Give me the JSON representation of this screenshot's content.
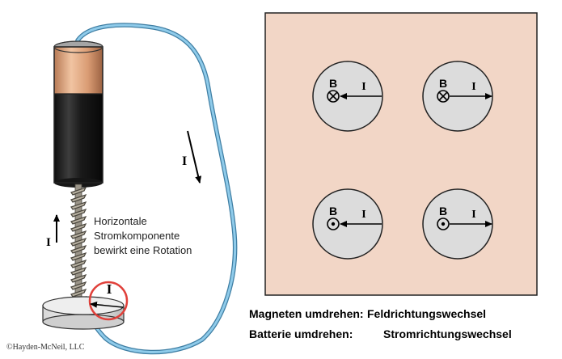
{
  "left_figure": {
    "current_label_wire": "I",
    "current_label_screw": "I",
    "current_label_magnet": "I",
    "annotation_lines": [
      "Horizontale",
      "Stromkomponente",
      "bewirkt eine Rotation"
    ],
    "copyright": "©Hayden-McNeil, LLC"
  },
  "right_panel": {
    "background_color": "#f2d6c6",
    "disks": [
      {
        "field_label": "B",
        "field_symbol": "into-page-cross",
        "current_label": "I",
        "current_direction": "left"
      },
      {
        "field_label": "B",
        "field_symbol": "into-page-cross",
        "current_label": "I",
        "current_direction": "right"
      },
      {
        "field_label": "B",
        "field_symbol": "out-of-page-dot",
        "current_label": "I",
        "current_direction": "left"
      },
      {
        "field_label": "B",
        "field_symbol": "out-of-page-dot",
        "current_label": "I",
        "current_direction": "right"
      }
    ]
  },
  "captions": [
    {
      "label": "Magneten umdrehen:",
      "value": "Feldrichtungswechsel"
    },
    {
      "label": "Batterie umdrehen:",
      "value": "Stromrichtungswechsel"
    }
  ],
  "colors": {
    "wire": "#6cb2d8",
    "battery_top": "#d9a07a",
    "battery_body": "#1f1f1f",
    "highlight_circle": "#e0403a",
    "disk_fill": "#dcdcdc",
    "disk_stroke": "#222222"
  }
}
